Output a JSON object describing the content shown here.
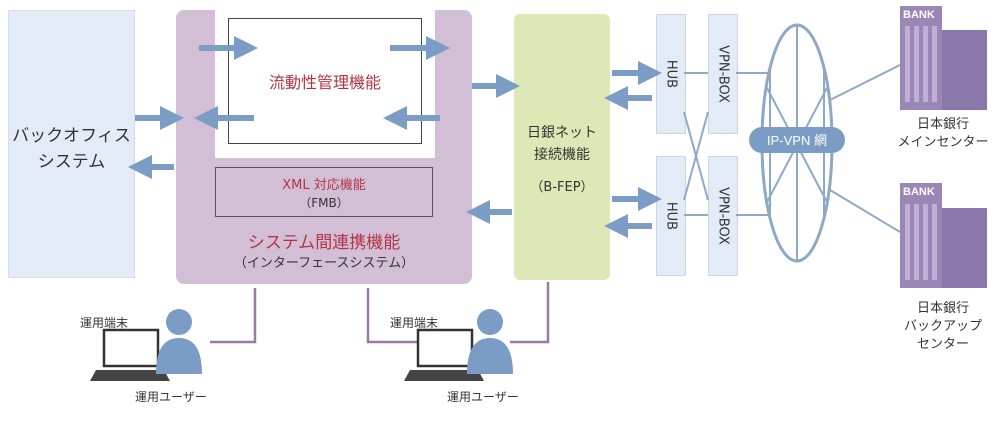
{
  "backoffice": {
    "line1": "バックオフィス",
    "line2": "システム"
  },
  "liquidity": {
    "label": "流動性管理機能"
  },
  "xml": {
    "line1": "XML 対応機能",
    "line2": "（FMB）"
  },
  "system": {
    "title": "システム間連携機能",
    "subtitle": "（インターフェースシステム）"
  },
  "bfep": {
    "line1": "日銀ネット",
    "line2": "接続機能",
    "line3": "（B-FEP）"
  },
  "hub_label": "HUB",
  "vpnbox_label": "VPN-BOX",
  "ipvpn_label": "IP-VPN 網",
  "bank_sign": "BANK",
  "main_center": {
    "line1": "日本銀行",
    "line2": "メインセンター"
  },
  "backup_center": {
    "line1": "日本銀行",
    "line2": "バックアップ",
    "line3": "センター"
  },
  "terminal_label": "運用端末",
  "user_label": "運用ユーザー",
  "colors": {
    "arrow": "#7b9cc5",
    "system": "#d2bfd6",
    "bfep": "#dce8b5",
    "box": "#e3ebf7",
    "accent": "#b33445",
    "building": "#9b86b8"
  }
}
